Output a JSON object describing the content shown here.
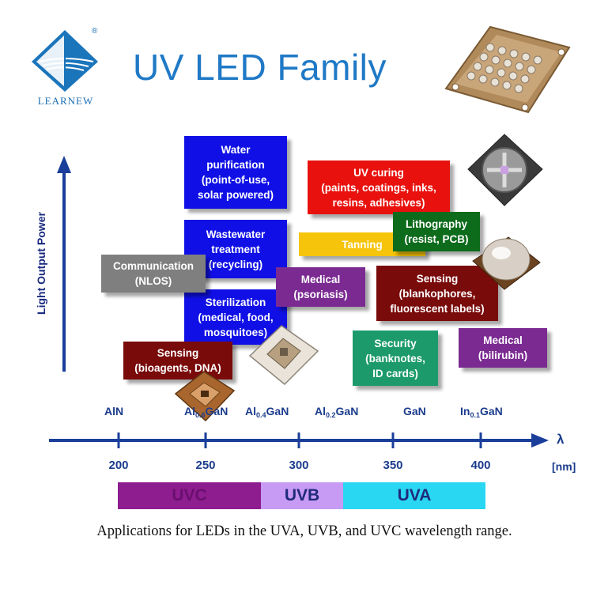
{
  "header": {
    "brand": "LEARNEW",
    "registered_mark": "®",
    "title": "UV LED Family"
  },
  "y_axis_label": "Light Output Power",
  "applications": [
    {
      "id": "water-purification",
      "label": "Water\npurification\n(point-of-use,\nsolar powered)",
      "color": "#1010e6"
    },
    {
      "id": "wastewater",
      "label": "Wastewater\ntreatment\n(recycling)",
      "color": "#1010e6"
    },
    {
      "id": "sterilization",
      "label": "Sterilization\n(medical, food,\nmosquitoes)",
      "color": "#1010e6"
    },
    {
      "id": "communication",
      "label": "Communication\n(NLOS)",
      "color": "#7f7f7f"
    },
    {
      "id": "sensing-bio",
      "label": "Sensing\n(bioagents, DNA)",
      "color": "#7a0b0b"
    },
    {
      "id": "uv-curing",
      "label": "UV curing\n(paints, coatings, inks,\nresins, adhesives)",
      "color": "#e8110d"
    },
    {
      "id": "tanning",
      "label": "Tanning",
      "color": "#f6c40a"
    },
    {
      "id": "lithography",
      "label": "Lithography\n(resist, PCB)",
      "color": "#0d6b1c"
    },
    {
      "id": "medical-psoriasis",
      "label": "Medical\n(psoriasis)",
      "color": "#7b2a92"
    },
    {
      "id": "sensing-fluor",
      "label": "Sensing\n(blankophores,\nfluorescent labels)",
      "color": "#7a0b0b"
    },
    {
      "id": "security",
      "label": "Security\n(banknotes,\nID cards)",
      "color": "#1c9a6c"
    },
    {
      "id": "medical-bilirubin",
      "label": "Medical\n(bilirubin)",
      "color": "#7b2a92"
    }
  ],
  "materials": [
    {
      "base": "AlN",
      "sub": "",
      "tail": ""
    },
    {
      "base": "Al",
      "sub": "0.6",
      "tail": "GaN"
    },
    {
      "base": "Al",
      "sub": "0.4",
      "tail": "GaN"
    },
    {
      "base": "Al",
      "sub": "0.2",
      "tail": "GaN"
    },
    {
      "base": "GaN",
      "sub": "",
      "tail": ""
    },
    {
      "base": "In",
      "sub": "0.1",
      "tail": "GaN"
    }
  ],
  "wavelength_axis": {
    "symbol": "λ",
    "unit": "[nm]",
    "ticks": [
      "200",
      "250",
      "300",
      "350",
      "400"
    ]
  },
  "bands": [
    {
      "label": "UVC",
      "color": "#8e1d8f",
      "text_color": "#6a0f6f"
    },
    {
      "label": "UVB",
      "color": "#c79af3",
      "text_color": "#1f2a7a"
    },
    {
      "label": "UVA",
      "color": "#29d7f2",
      "text_color": "#1f2a7a"
    }
  ],
  "caption": "Applications for LEDs in the UVA, UVB, and UVC wavelength range.",
  "colors": {
    "axis": "#1a3e9a",
    "title": "#1f79c6"
  }
}
